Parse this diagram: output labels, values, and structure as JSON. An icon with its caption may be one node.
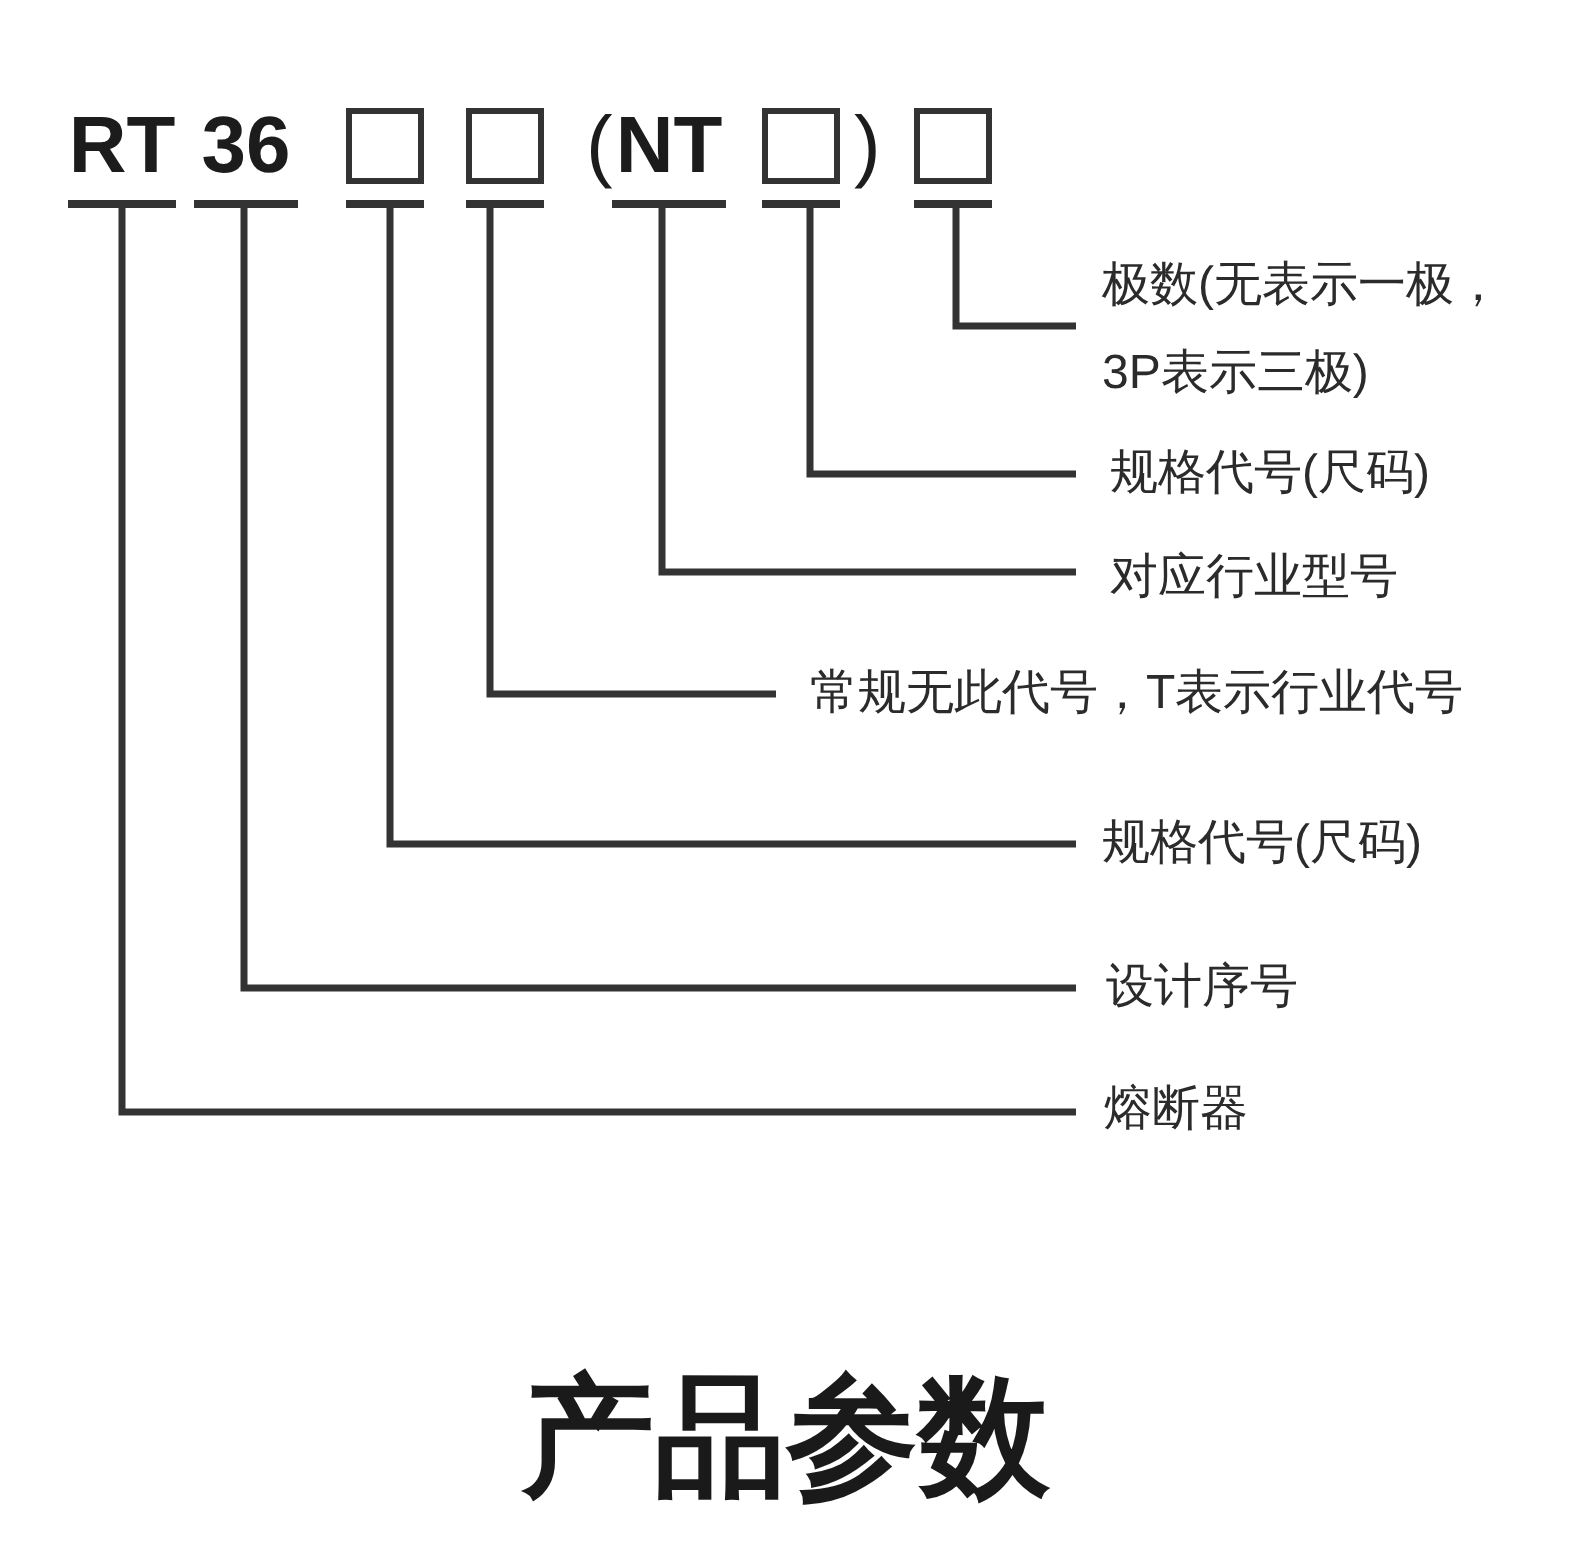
{
  "diagram": {
    "title": "产品参数",
    "nodes": [
      {
        "text": [
          "RT"
        ]
      },
      {
        "text": [
          "36"
        ]
      },
      {
        "text": [],
        "shape": "box"
      },
      {
        "text": [],
        "shape": "box"
      },
      {
        "text": [
          "NT"
        ]
      },
      {
        "text": [],
        "shape": "box"
      },
      {
        "text": [],
        "shape": "box"
      },
      {
        "text": [
          "极数(无表示一极，3P表示三极)"
        ]
      },
      {
        "text": [
          "规格代号(尺码)"
        ]
      },
      {
        "text": [
          "对应行业型号"
        ]
      },
      {
        "text": [
          "常规无此代号，T表示行业代号"
        ]
      },
      {
        "text": [
          "规格代号(尺码)"
        ]
      },
      {
        "text": [
          "设计序号"
        ]
      },
      {
        "text": [
          "熔断器"
        ]
      }
    ],
    "edges": [
      {
        "from": 0,
        "to": 13,
        "arrow": "none"
      },
      {
        "from": 1,
        "to": 12,
        "arrow": "none"
      },
      {
        "from": 2,
        "to": 11,
        "arrow": "none"
      },
      {
        "from": 3,
        "to": 10,
        "arrow": "none"
      },
      {
        "from": 4,
        "to": 9,
        "arrow": "none"
      },
      {
        "from": 5,
        "to": 8,
        "arrow": "none"
      },
      {
        "from": 6,
        "to": 7,
        "arrow": "none"
      }
    ],
    "labels": [
      "(",
      ")"
    ]
  }
}
